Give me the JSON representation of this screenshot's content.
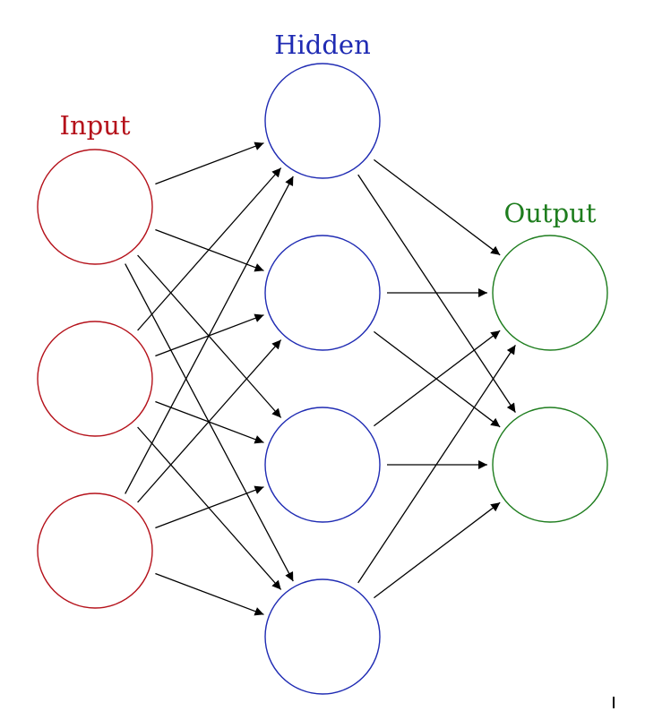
{
  "labels": {
    "input": "Input",
    "hidden": "Hidden",
    "output": "Output"
  },
  "colors": {
    "input": "#b5121b",
    "hidden": "#1f2bb3",
    "output": "#1e7d1e",
    "edge": "#000000"
  },
  "layers": {
    "input": {
      "node_count": 3
    },
    "hidden": {
      "node_count": 4
    },
    "output": {
      "node_count": 2
    }
  },
  "connections": "fully-connected"
}
